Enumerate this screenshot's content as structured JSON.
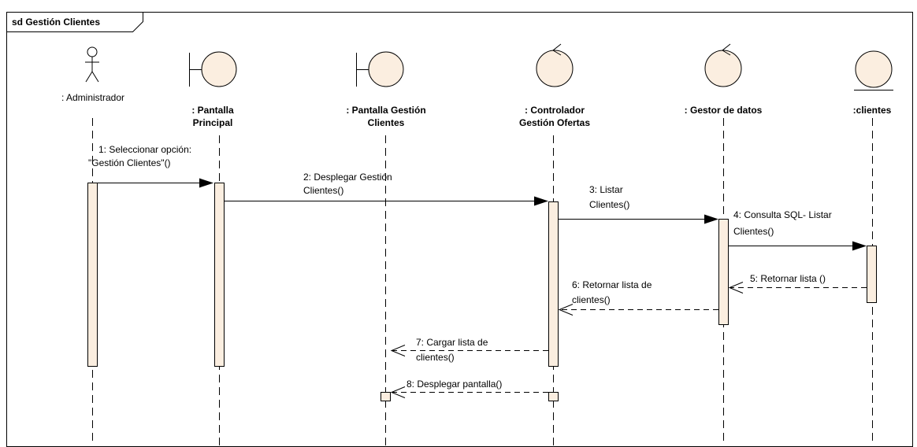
{
  "frame": {
    "title": "sd Gestión Clientes"
  },
  "colors": {
    "fill": "#fbeee0",
    "stroke": "#000000",
    "background": "#ffffff"
  },
  "lifelines": [
    {
      "id": "admin",
      "kind": "actor",
      "icon": "actor-stick-figure-icon",
      "name": ": Administrador"
    },
    {
      "id": "principal",
      "kind": "boundary",
      "icon": "boundary-icon",
      "name_lines": [
        ": Pantalla",
        "Principal"
      ]
    },
    {
      "id": "gestion",
      "kind": "boundary",
      "icon": "boundary-icon",
      "name_lines": [
        ": Pantalla Gestión",
        "Clientes"
      ]
    },
    {
      "id": "controlador",
      "kind": "control",
      "icon": "control-icon",
      "name_lines": [
        ": Controlador",
        "Gestión Ofertas"
      ]
    },
    {
      "id": "gestor",
      "kind": "control",
      "icon": "control-icon",
      "name_lines": [
        ": Gestor de datos"
      ]
    },
    {
      "id": "clientes",
      "kind": "entity",
      "icon": "entity-icon",
      "name_lines": [
        ":clientes"
      ]
    }
  ],
  "messages": [
    {
      "number": "1",
      "from": "admin",
      "to": "principal",
      "style": "sync",
      "label_lines": [
        "1: Seleccionar opción:",
        "\"Gestión Clientes\"()"
      ]
    },
    {
      "number": "2",
      "from": "principal",
      "to": "controlador",
      "style": "sync",
      "label_lines": [
        "2: Desplegar Gestión",
        "Clientes()"
      ]
    },
    {
      "number": "3",
      "from": "controlador",
      "to": "gestor",
      "style": "sync",
      "label_lines": [
        "3: Listar",
        "Clientes()"
      ]
    },
    {
      "number": "4",
      "from": "gestor",
      "to": "clientes",
      "style": "sync",
      "label_lines": [
        "4: Consulta SQL- Listar",
        "Clientes()"
      ]
    },
    {
      "number": "5",
      "from": "clientes",
      "to": "gestor",
      "style": "return",
      "label_lines": [
        "5: Retornar lista ()"
      ]
    },
    {
      "number": "6",
      "from": "gestor",
      "to": "controlador",
      "style": "return",
      "label_lines": [
        "6: Retornar lista de",
        "clientes()"
      ]
    },
    {
      "number": "7",
      "from": "controlador",
      "to": "gestion",
      "style": "return",
      "label_lines": [
        "7: Cargar lista de",
        "clientes()"
      ]
    },
    {
      "number": "8",
      "from": "controlador",
      "to": "gestion",
      "style": "return",
      "label_lines": [
        "8: Desplegar pantalla()"
      ]
    }
  ]
}
